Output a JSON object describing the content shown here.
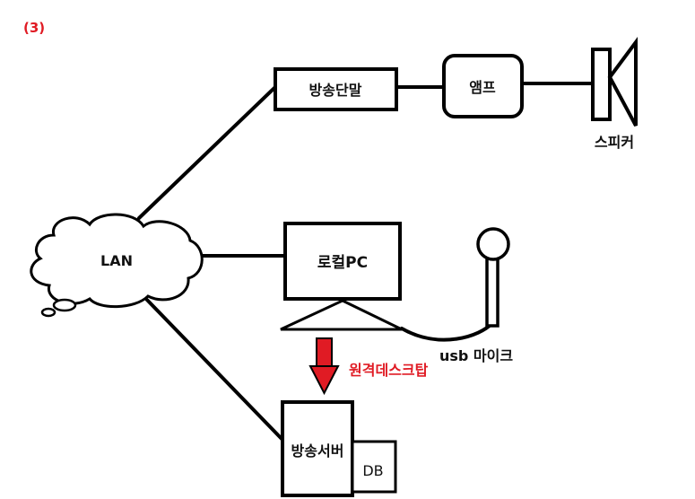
{
  "figure_number": "(3)",
  "nodes": {
    "broadcast_terminal": "방송단말",
    "amp": "앰프",
    "speaker": "스피커",
    "lan": "LAN",
    "local_pc": "로컬PC",
    "usb_mic": "usb 마이크",
    "remote_desktop": "원격데스크탑",
    "broadcast_server": "방송서버",
    "db": "DB"
  },
  "colors": {
    "line": "#000000",
    "accent": "#e01b24",
    "background": "#ffffff"
  }
}
